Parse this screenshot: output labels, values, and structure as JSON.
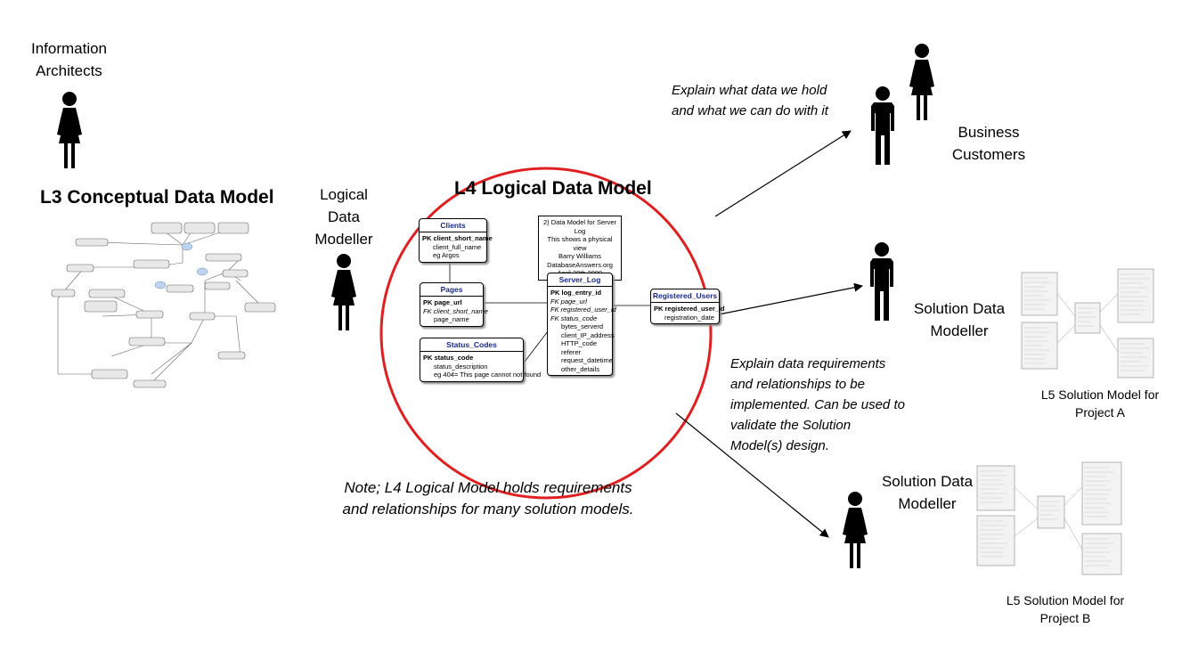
{
  "labels": {
    "information_architects": "Information\nArchitects",
    "l3_title": "L3 Conceptual Data Model",
    "logical_data_modeller": "Logical\nData\nModeller",
    "l4_title": "L4 Logical Data Model",
    "business_customers": "Business\nCustomers",
    "solution_modeller_a": "Solution Data\nModeller",
    "solution_modeller_b": "Solution Data\nModeller",
    "l5_a": "L5 Solution Model for\nProject A",
    "l5_b": "L5 Solution Model for\nProject B",
    "explain_business": "Explain what data we hold\nand what we can do with it",
    "explain_solution": "Explain data requirements\nand relationships to be\nimplemented.  Can be used to\nvalidate the Solution\nModel(s) design.",
    "note_l4": "Note; L4 Logical Model holds requirements\nand relationships for many solution models."
  },
  "erd": {
    "clients": {
      "title": "Clients",
      "pk": "PK  client_short_name",
      "rows": [
        "client_full_name",
        "eg Argos"
      ]
    },
    "note": [
      "2)  Data Model for Server Log",
      "This shows a physical view",
      "Barry Williams",
      "DatabaseAnswers.org",
      "April 28th  2009"
    ],
    "pages": {
      "title": "Pages",
      "pk": "PK  page_url",
      "fk": "FK  client_short_name",
      "rows": [
        "page_name"
      ]
    },
    "server_log": {
      "title": "Server_Log",
      "pk": "PK  log_entry_id",
      "fks": [
        "FK  page_url",
        "FK  registered_user_id",
        "FK  status_code"
      ],
      "rows": [
        "bytes_serverd",
        "client_IP_address",
        "HTTP_code",
        "referer",
        "request_datetime",
        "other_details"
      ]
    },
    "registered_users": {
      "title": "Registered_Users",
      "pk": "PK  registered_user_id",
      "rows": [
        "registration_date"
      ]
    },
    "status_codes": {
      "title": "Status_Codes",
      "pk": "PK  status_code",
      "rows": [
        "status_description",
        "eg 404= This page cannot not found"
      ]
    }
  },
  "colors": {
    "circle": "#e02020",
    "entity_title": "#1a2a8a",
    "figure": "#000000"
  }
}
